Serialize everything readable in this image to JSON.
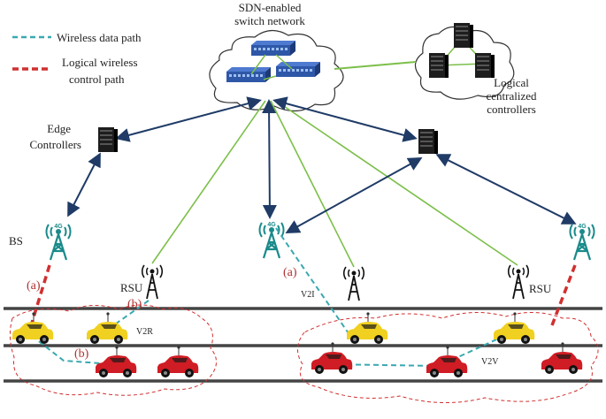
{
  "legend": {
    "wireless_data_path": "Wireless data path",
    "logical_control_line1": "Logical wireless",
    "logical_control_line2": "control path"
  },
  "sdn": {
    "line1": "SDN-enabled",
    "line2": "switch network"
  },
  "controllers": {
    "line1": "Logical",
    "line2": "centralized",
    "line3": "controllers"
  },
  "edge": {
    "line1": "Edge",
    "line2": "Controllers"
  },
  "bs_label": "BS",
  "tower_badge": "4G",
  "rsu_label": "RSU",
  "rsu_label_right": "RSU",
  "marker_a_left": "(a)",
  "marker_b_top": "(b)",
  "marker_b_bottom": "(b)",
  "marker_a_mid": "(a)",
  "v2r_label": "V2R",
  "v2i_label": "V2I",
  "v2v_label": "V2V",
  "colors": {
    "data_path": "#3aa8b0",
    "control_path": "#d03030",
    "green_link": "#7cbf4a",
    "navy_link": "#1f3b66",
    "tower": "#1a8a8a",
    "car_yellow": "#f0d020",
    "car_red": "#d01c24"
  }
}
